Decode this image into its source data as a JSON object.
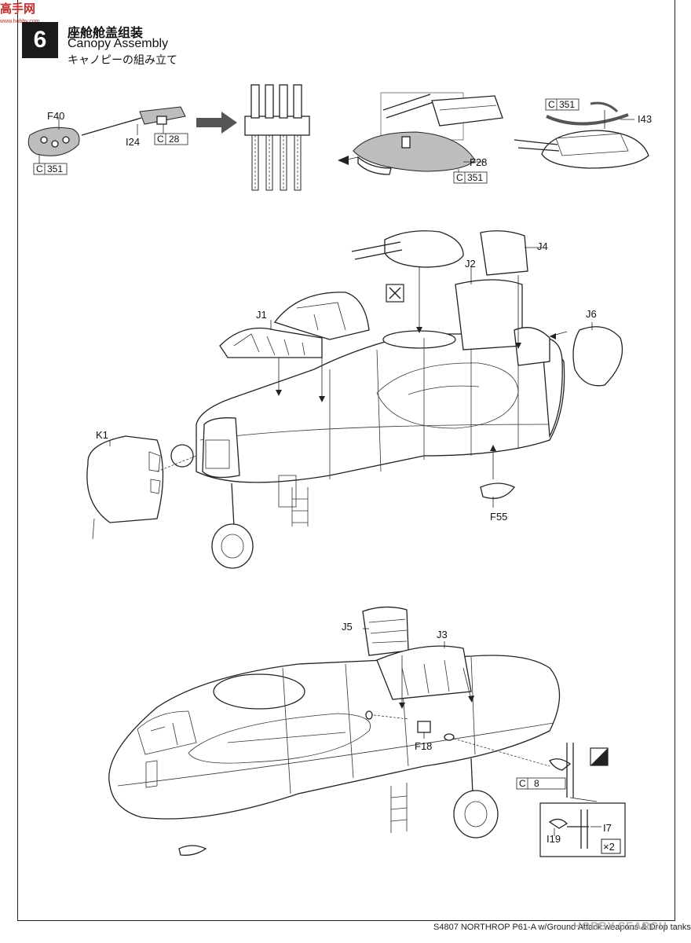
{
  "header": {
    "step_number": "6",
    "title_cn": "座舱舱盖组装",
    "title_en": "Canopy Assembly",
    "title_jp": "キャノピーの組み立て"
  },
  "logo": {
    "text": "高手网",
    "sub": "www.hobby.com"
  },
  "cement_icon": "cement-icon",
  "no_cement_icon": "no-cement-icon",
  "top_row": {
    "part_labels": {
      "f40": "F40",
      "i24": "I24",
      "f28": "F28",
      "i43": "I43"
    },
    "color_refs": {
      "c28": "28",
      "c351a": "351",
      "c351b": "351",
      "c351c": "351"
    },
    "color_prefix": "C"
  },
  "middle": {
    "part_labels": {
      "j1": "J1",
      "j2": "J2",
      "j4": "J4",
      "j6": "J6",
      "k1": "K1",
      "f55": "F55"
    }
  },
  "bottom": {
    "part_labels": {
      "j5": "J5",
      "j3": "J3",
      "f18": "F18",
      "i7": "I7",
      "i19": "I19"
    },
    "color_refs": {
      "c8": "8"
    },
    "multiplier": "×2"
  },
  "footer": {
    "text": "S4807  NORTHROP P61-A w/Ground Attack weapons & Drop tanks"
  },
  "watermark": {
    "text": "HOBBY SEARCH"
  }
}
